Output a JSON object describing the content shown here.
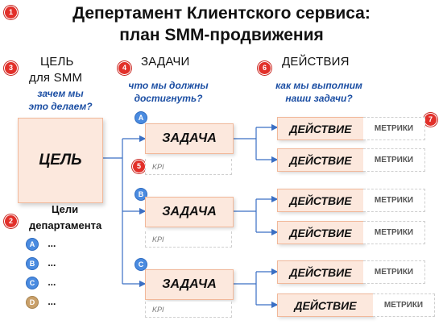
{
  "title": {
    "line1": "Депертамент Клиентского сервиса:",
    "line2": "план SMM-продвижения"
  },
  "badges": [
    "1",
    "2",
    "3",
    "4",
    "5",
    "6",
    "7"
  ],
  "goal_column": {
    "heading_line1": "ЦЕЛЬ",
    "heading_line2": "для SMM",
    "question_line1": "зачем мы",
    "question_line2": "это делаем?",
    "goal_label": "ЦЕЛЬ",
    "dept_heading_line1": "Цели",
    "dept_heading_line2": "департамента",
    "dept_goals": [
      {
        "letter": "A",
        "text": "..."
      },
      {
        "letter": "B",
        "text": "..."
      },
      {
        "letter": "C",
        "text": "..."
      },
      {
        "letter": "D",
        "text": "..."
      }
    ]
  },
  "tasks_column": {
    "heading": "ЗАДАЧИ",
    "question_line1": "что мы должны",
    "question_line2": "достигнуть?",
    "tasks": [
      {
        "letter": "A",
        "label": "ЗАДАЧА",
        "kpi": "KPI"
      },
      {
        "letter": "B",
        "label": "ЗАДАЧА",
        "kpi": "KPI"
      },
      {
        "letter": "C",
        "label": "ЗАДАЧА",
        "kpi": "KPI"
      }
    ]
  },
  "actions_column": {
    "heading": "ДЕЙСТВИЯ",
    "question_line1": "как мы выполним",
    "question_line2": "наши задачи?",
    "actions": [
      {
        "label": "ДЕЙСТВИЕ",
        "metric": "МЕТРИКИ"
      },
      {
        "label": "ДЕЙСТВИЕ",
        "metric": "МЕТРИКИ"
      },
      {
        "label": "ДЕЙСТВИЕ",
        "metric": "МЕТРИКИ"
      },
      {
        "label": "ДЕЙСТВИЕ",
        "metric": "МЕТРИКИ"
      },
      {
        "label": "ДЕЙСТВИЕ",
        "metric": "МЕТРИКИ"
      },
      {
        "label": "ДЕЙСТВИЕ",
        "metric": "МЕТРИКИ"
      }
    ]
  },
  "colors": {
    "badge": "#e2302a",
    "letter_circle": "#4a8be0",
    "box_fill": "#fce8dd",
    "box_border": "#f1b89a",
    "question_text": "#1b4ea3",
    "connector": "#3a6fc4"
  }
}
